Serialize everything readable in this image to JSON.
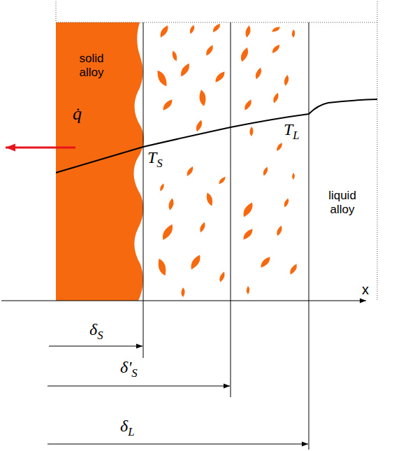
{
  "diagram": {
    "nodes": [
      {
        "text": [
          "solid alloy"
        ]
      }
    ],
    "labels": [
      "q̇",
      "TS",
      "TL",
      "liquid alloy",
      "x",
      "δS",
      "δ'S",
      "δL"
    ]
  }
}
